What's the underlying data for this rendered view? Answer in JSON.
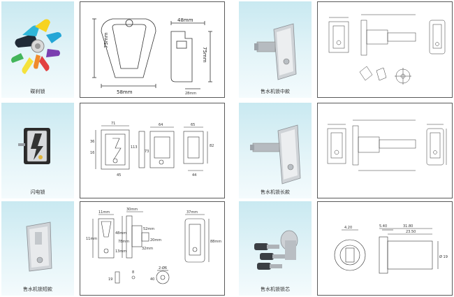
{
  "captions": {
    "disc_lock": "碟刹锁",
    "flash_lock": "闪电锁",
    "vending_short": "售水机锁短款",
    "vending_mid": "售水机锁中款",
    "vending_long": "售水机锁长款",
    "vending_core": "售水机锁锁芯"
  },
  "dims": {
    "d1": {
      "w_top": "48mm",
      "h_left": "75mm",
      "h_right": "75mm",
      "w_bottom": "58mm",
      "w_small": "28mm"
    },
    "d2": {
      "a": "71",
      "b": "64",
      "c": "65",
      "d": "36",
      "e": "16",
      "f": "73",
      "g": "82",
      "h": "113",
      "i": "44",
      "j": "45"
    },
    "d3": {
      "a": "11mm",
      "b": "30mm",
      "c": "37mm",
      "d": "52mm",
      "e": "48mm",
      "f": "78mm",
      "g": "20mm",
      "h": "32mm",
      "i": "13mm",
      "j": "88mm",
      "k": "11mm",
      "l": "19",
      "m": "8",
      "n": "2-Ø6",
      "o": "40"
    },
    "d6": {
      "a": "4.20",
      "b": "5.40",
      "c": "31.80",
      "d": "23.50",
      "e": "Ø 19"
    }
  }
}
